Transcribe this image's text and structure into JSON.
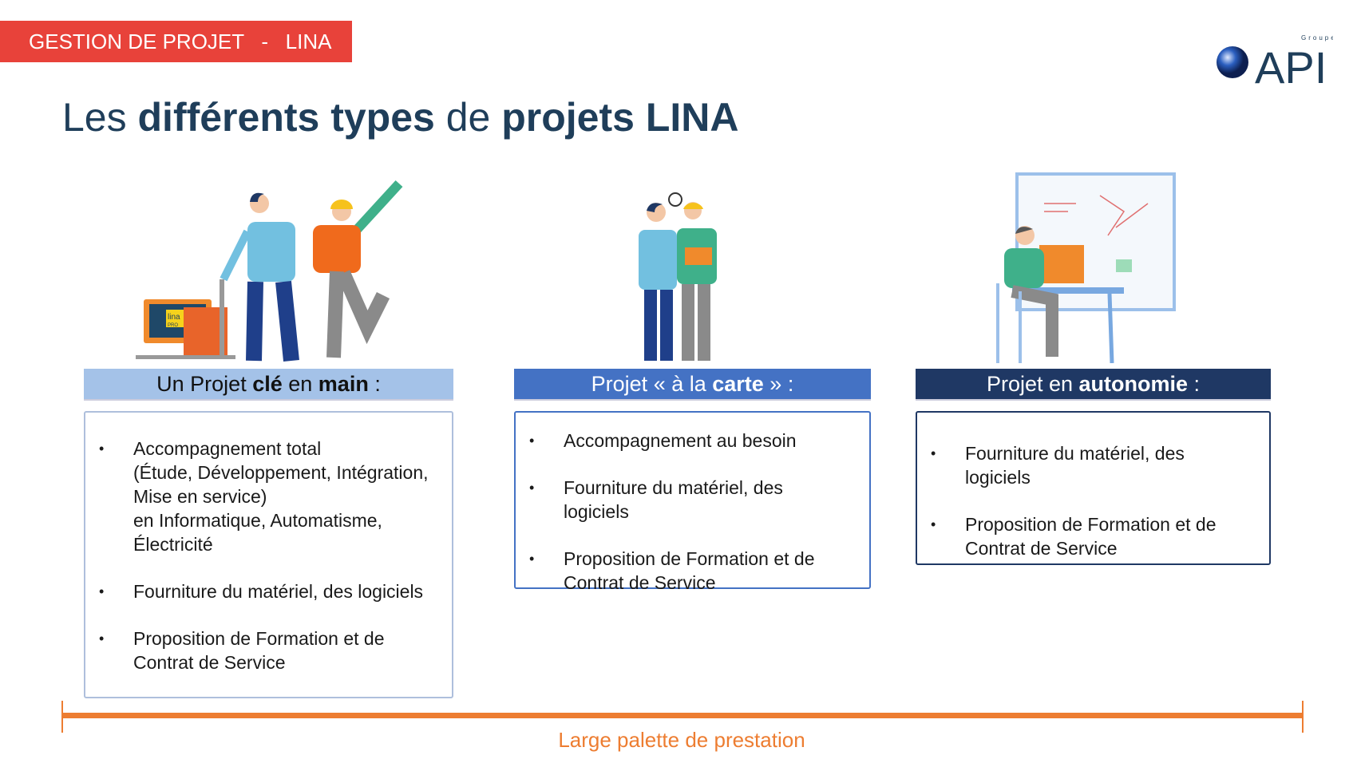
{
  "header": {
    "tag": "GESTION DE PROJET   -   LINA"
  },
  "title": {
    "p1": "Les ",
    "b1": "différents types",
    "p2": " de ",
    "b2": "projets LINA"
  },
  "logo": {
    "group": "Groupe",
    "name": "API"
  },
  "columns": [
    {
      "h1": "Un Projet ",
      "b1": "clé",
      "h2": " en ",
      "b2": "main",
      "h3": " :",
      "color": "#a4c2e8",
      "items": [
        [
          "Accompagnement total",
          "(Étude, Développement, Intégration,",
          "Mise en service)",
          "en Informatique, Automatisme,",
          "Électricité"
        ],
        [
          "Fourniture du matériel, des logiciels"
        ],
        [
          "Proposition de Formation et de",
          "Contrat de Service"
        ]
      ]
    },
    {
      "h1": "Projet « à la ",
      "b1": "carte",
      "h2": " » :",
      "color": "#4472c4",
      "items": [
        [
          "Accompagnement au besoin"
        ],
        [
          "Fourniture du matériel, des logiciels"
        ],
        [
          "Proposition de Formation et de",
          "Contrat de Service"
        ]
      ]
    },
    {
      "h1": "Projet en ",
      "b1": "autonomie",
      "h2": " :",
      "color": "#1f3864",
      "items": [
        [
          "Fourniture du matériel, des logiciels"
        ],
        [
          "Proposition de Formation et de",
          "Contrat de Service"
        ]
      ]
    }
  ],
  "illustration": {
    "screen_label": "lina",
    "screen_sub": "PRO"
  },
  "footer": {
    "text": "Large palette de prestation"
  },
  "colors": {
    "accent": "#e8423a",
    "orange": "#ed7d31",
    "title": "#1f3e5a"
  }
}
